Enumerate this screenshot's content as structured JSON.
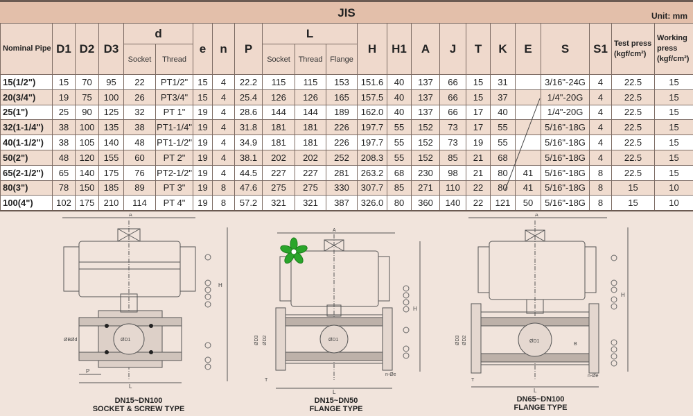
{
  "header": {
    "title": "JIS",
    "unit": "Unit: mm"
  },
  "columns": {
    "nominal": "Nominal Pipe Size",
    "D1": "D1",
    "D2": "D2",
    "D3": "D3",
    "d": "d",
    "d_socket": "Socket",
    "d_thread": "Thread",
    "e": "e",
    "n": "n",
    "P": "P",
    "L": "L",
    "L_socket": "Socket",
    "L_thread": "Thread",
    "L_flange": "Flange",
    "H": "H",
    "H1": "H1",
    "A": "A",
    "J": "J",
    "T": "T",
    "K": "K",
    "E": "E",
    "S": "S",
    "S1": "S1",
    "test": "Test press (kgf/cm²)",
    "working": "Working press (kgf/cm²)"
  },
  "rows": [
    [
      "15(1/2\")",
      "15",
      "70",
      "95",
      "22",
      "PT1/2\"",
      "15",
      "4",
      "22.2",
      "115",
      "115",
      "153",
      "151.6",
      "40",
      "137",
      "66",
      "15",
      "31",
      "",
      "3/16\"-24G",
      "4",
      "22.5",
      "15"
    ],
    [
      "20(3/4\")",
      "19",
      "75",
      "100",
      "26",
      "PT3/4\"",
      "15",
      "4",
      "25.4",
      "126",
      "126",
      "165",
      "157.5",
      "40",
      "137",
      "66",
      "15",
      "37",
      "",
      "1/4\"-20G",
      "4",
      "22.5",
      "15"
    ],
    [
      "25(1\")",
      "25",
      "90",
      "125",
      "32",
      "PT 1\"",
      "19",
      "4",
      "28.6",
      "144",
      "144",
      "189",
      "162.0",
      "40",
      "137",
      "66",
      "17",
      "40",
      "",
      "1/4\"-20G",
      "4",
      "22.5",
      "15"
    ],
    [
      "32(1-1/4\")",
      "38",
      "100",
      "135",
      "38",
      "PT1-1/4\"",
      "19",
      "4",
      "31.8",
      "181",
      "181",
      "226",
      "197.7",
      "55",
      "152",
      "73",
      "17",
      "55",
      "",
      "5/16\"-18G",
      "4",
      "22.5",
      "15"
    ],
    [
      "40(1-1/2\")",
      "38",
      "105",
      "140",
      "48",
      "PT1-1/2\"",
      "19",
      "4",
      "34.9",
      "181",
      "181",
      "226",
      "197.7",
      "55",
      "152",
      "73",
      "19",
      "55",
      "",
      "5/16\"-18G",
      "4",
      "22.5",
      "15"
    ],
    [
      "50(2\")",
      "48",
      "120",
      "155",
      "60",
      "PT 2\"",
      "19",
      "4",
      "38.1",
      "202",
      "202",
      "252",
      "208.3",
      "55",
      "152",
      "85",
      "21",
      "68",
      "",
      "5/16\"-18G",
      "4",
      "22.5",
      "15"
    ],
    [
      "65(2-1/2\")",
      "65",
      "140",
      "175",
      "76",
      "PT2-1/2\"",
      "19",
      "4",
      "44.5",
      "227",
      "227",
      "281",
      "263.2",
      "68",
      "230",
      "98",
      "21",
      "80",
      "41",
      "5/16\"-18G",
      "8",
      "22.5",
      "15"
    ],
    [
      "80(3\")",
      "78",
      "150",
      "185",
      "89",
      "PT 3\"",
      "19",
      "8",
      "47.6",
      "275",
      "275",
      "330",
      "307.7",
      "85",
      "271",
      "110",
      "22",
      "80",
      "41",
      "5/16\"-18G",
      "8",
      "15",
      "10"
    ],
    [
      "100(4\")",
      "102",
      "175",
      "210",
      "114",
      "PT 4\"",
      "19",
      "8",
      "57.2",
      "321",
      "321",
      "387",
      "326.0",
      "80",
      "360",
      "140",
      "22",
      "121",
      "50",
      "5/16\"-18G",
      "8",
      "15",
      "10"
    ]
  ],
  "drawings": [
    {
      "caption1": "DN15~DN100",
      "caption2": "SOCKET & SCREW TYPE",
      "labels": {
        "A": "A",
        "H": "H",
        "L": "L",
        "P": "P",
        "D1": "ØD1",
        "dB": "ØB",
        "dd": "Ød"
      }
    },
    {
      "caption1": "DN15~DN50",
      "caption2": "FLANGE TYPE",
      "labels": {
        "A": "A",
        "H": "H",
        "L": "L",
        "T": "T",
        "D1": "ØD1",
        "D2": "ØD2",
        "D3": "ØD3",
        "ne": "n-Øe"
      }
    },
    {
      "caption1": "DN65~DN100",
      "caption2": "FLANGE TYPE",
      "labels": {
        "A": "A",
        "H": "H",
        "L": "L",
        "T": "T",
        "D1": "ØD1",
        "D2": "ØD2",
        "D3": "ØD3",
        "B": "B",
        "ne": "n-Øe"
      }
    }
  ],
  "colors": {
    "band": "#e3bfaa",
    "row_alt": "#f0dccf",
    "background": "#f1e4dc",
    "logo": "#2aa52a"
  }
}
